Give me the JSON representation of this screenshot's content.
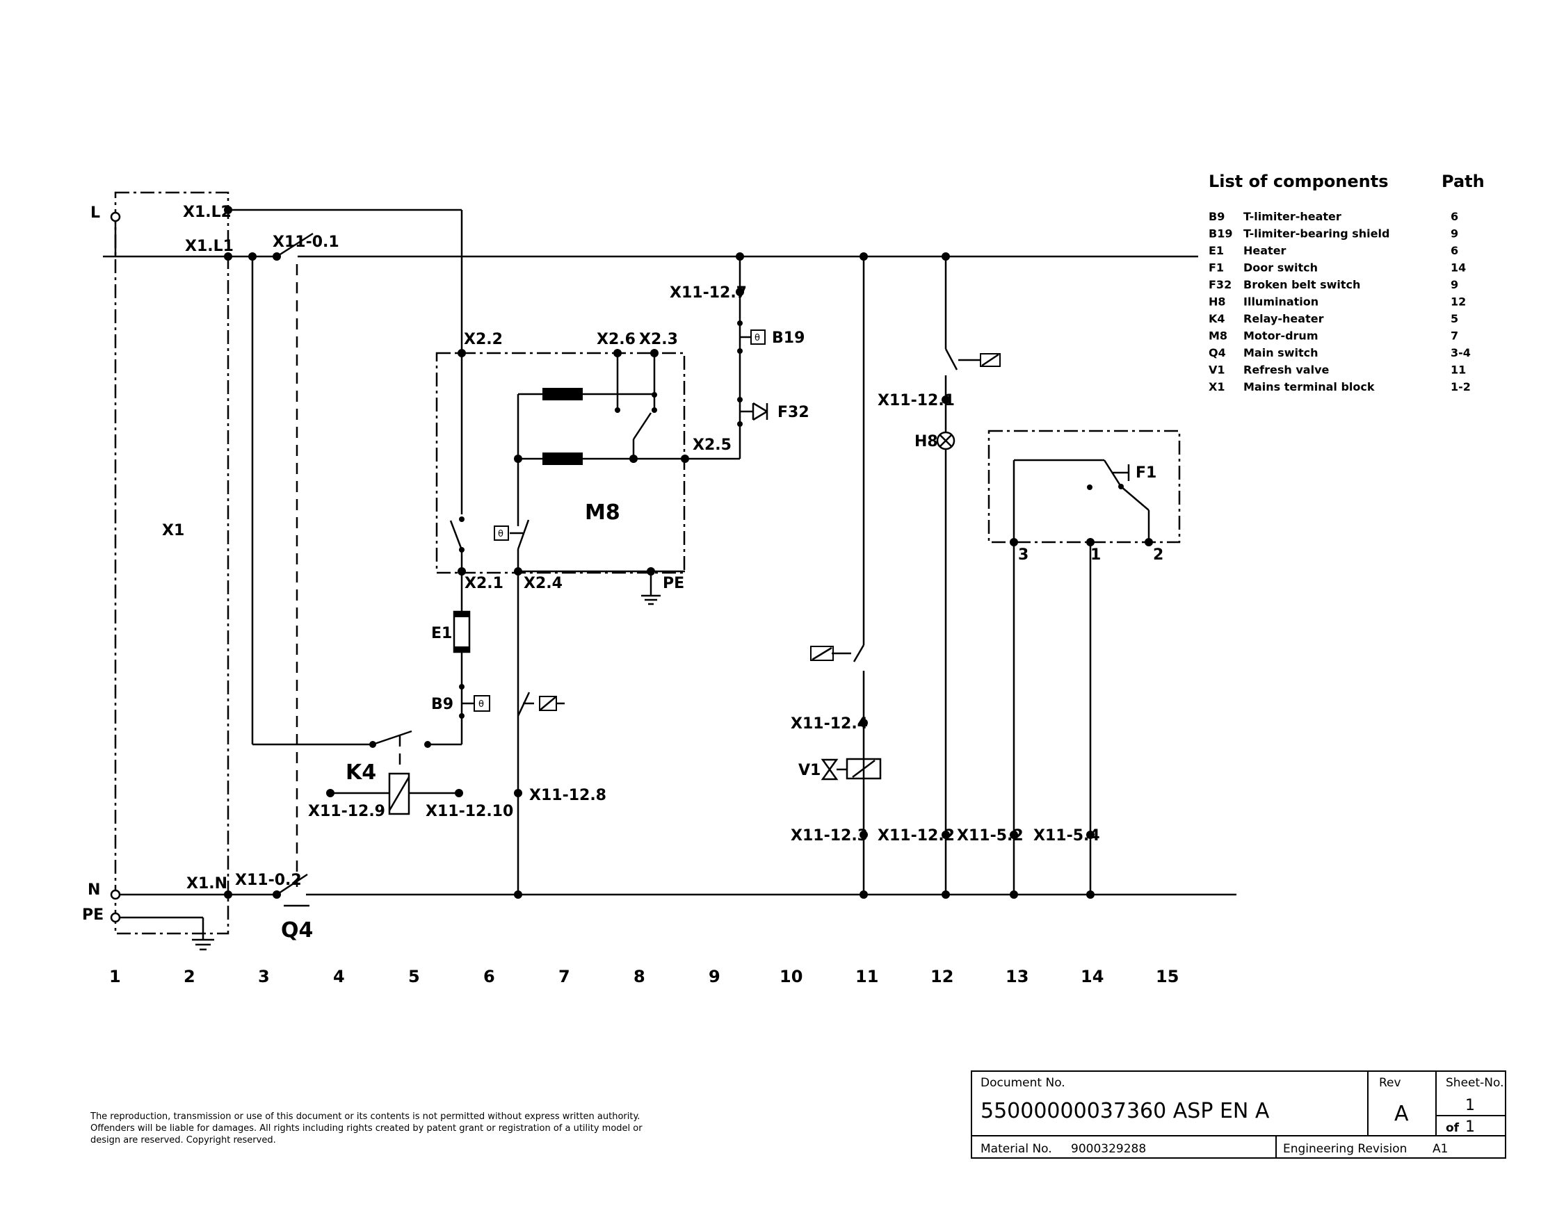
{
  "diagram": {
    "terminals": {
      "L": "L",
      "N": "N",
      "PE": "PE"
    },
    "labels": {
      "x1_l2": "X1.L2",
      "x1_l1": "X1.L1",
      "x11_01": "X11-0.1",
      "x1": "X1",
      "x1_n": "X1.N",
      "x11_02": "X11-0.2",
      "q4": "Q4",
      "x2_2": "X2.2",
      "x2_6": "X2.6",
      "x2_3": "X2.3",
      "x2_5": "X2.5",
      "m8": "M8",
      "x2_1": "X2.1",
      "x2_4": "X2.4",
      "pe_motor": "PE",
      "e1": "E1",
      "b9": "B9",
      "k4": "K4",
      "x11_129": "X11-12.9",
      "x11_1210": "X11-12.10",
      "x11_128": "X11-12.8",
      "x11_127": "X11-12.7",
      "b19": "B19",
      "f32": "F32",
      "x11_121": "X11-12.1",
      "h8": "H8",
      "f1": "F1",
      "f1_3": "3",
      "f1_1": "1",
      "f1_2": "2",
      "x11_124": "X11-12.4",
      "v1": "V1",
      "x11_123": "X11-12.3",
      "x11_122": "X11-12.2",
      "x11_52": "X11-5.2",
      "x11_54": "X11-5.4"
    },
    "path_numbers": [
      "1",
      "2",
      "3",
      "4",
      "5",
      "6",
      "7",
      "8",
      "9",
      "10",
      "11",
      "12",
      "13",
      "14",
      "15"
    ]
  },
  "components": {
    "title": "List of components",
    "path_header": "Path",
    "items": [
      {
        "code": "B9",
        "name": "T-limiter-heater",
        "path": "6"
      },
      {
        "code": "B19",
        "name": "T-limiter-bearing shield",
        "path": "9"
      },
      {
        "code": "E1",
        "name": "Heater",
        "path": "6"
      },
      {
        "code": "F1",
        "name": "Door switch",
        "path": "14"
      },
      {
        "code": "F32",
        "name": "Broken belt switch",
        "path": "9"
      },
      {
        "code": "H8",
        "name": "Illumination",
        "path": "12"
      },
      {
        "code": "K4",
        "name": "Relay-heater",
        "path": "5"
      },
      {
        "code": "M8",
        "name": "Motor-drum",
        "path": "7"
      },
      {
        "code": "Q4",
        "name": "Main switch",
        "path": "3-4"
      },
      {
        "code": "V1",
        "name": "Refresh valve",
        "path": "11"
      },
      {
        "code": "X1",
        "name": "Mains terminal block",
        "path": "1-2"
      }
    ]
  },
  "footer": {
    "line1": "The reproduction, transmission or use of this document or its contents is not permitted without express  written authority.",
    "line2": "Offenders will be liable for damages. All rights including rights created by patent grant or registration of a utility model or",
    "line3": "design are reserved. Copyright reserved."
  },
  "title_block": {
    "doc_label": "Document No.",
    "doc_number": "55000000037360 ASP EN A",
    "rev_label": "Rev",
    "rev_value": "A",
    "sheet_label": "Sheet-No.",
    "sheet_value": "1",
    "of_label": "of",
    "of_value": "1",
    "material_label": "Material No.",
    "material_value": "9000329288",
    "eng_label": "Engineering Revision",
    "eng_value": "A1"
  }
}
